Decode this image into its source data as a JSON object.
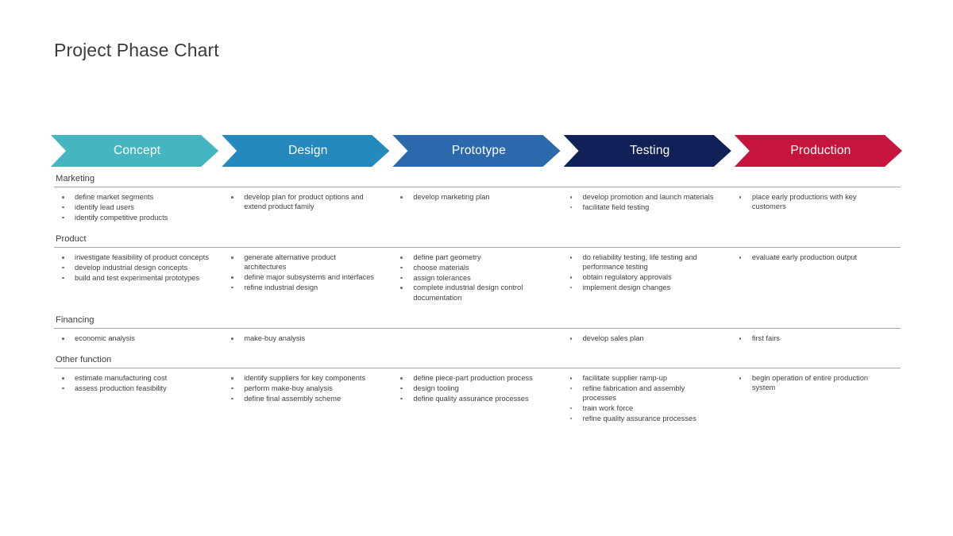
{
  "page": {
    "title": "Project Phase Chart"
  },
  "colors": {
    "concept": "#45b5c0",
    "design": "#2589be",
    "prototype": "#2b68ac",
    "testing": "#102157",
    "production": "#c5153c",
    "rule": "#a6a6a6",
    "text": "#3f3f3f",
    "bullet": "#6e6e6e"
  },
  "phases": [
    {
      "label": "Concept",
      "color": "#45b5c0"
    },
    {
      "label": "Design",
      "color": "#2589be"
    },
    {
      "label": "Prototype",
      "color": "#2b68ac"
    },
    {
      "label": "Testing",
      "color": "#102157"
    },
    {
      "label": "Production",
      "color": "#c5153c"
    }
  ],
  "sections": [
    {
      "title": "Marketing",
      "columns": [
        {
          "phase": "Concept",
          "items": [
            "define market segments",
            "identify lead users",
            "identify competitive products"
          ]
        },
        {
          "phase": "Design",
          "items": [
            "develop plan for product options and extend product family"
          ]
        },
        {
          "phase": "Prototype",
          "items": [
            "develop marketing plan"
          ]
        },
        {
          "phase": "Testing",
          "items": [
            "develop promotion and launch materials",
            "facilitate field testing"
          ]
        },
        {
          "phase": "Production",
          "items": [
            "place early productions with key customers"
          ]
        }
      ]
    },
    {
      "title": "Product",
      "columns": [
        {
          "phase": "Concept",
          "items": [
            "investigate feasibility of product concepts",
            "develop industrial design concepts",
            "build and test experimental prototypes"
          ]
        },
        {
          "phase": "Design",
          "items": [
            "generate alternative product architectures",
            "define major subsystems and interfaces",
            "refine industrial design"
          ]
        },
        {
          "phase": "Prototype",
          "items": [
            "define part geometry",
            "choose materials",
            "assign tolerances",
            "complete industrial design control documentation"
          ]
        },
        {
          "phase": "Testing",
          "items": [
            "do reliability testing, life testing and performance testing",
            "obtain regulatory approvals",
            "implement design changes"
          ]
        },
        {
          "phase": "Production",
          "items": [
            "evaluate early production output"
          ]
        }
      ]
    },
    {
      "title": "Financing",
      "columns": [
        {
          "phase": "Concept",
          "items": [
            "economic analysis"
          ]
        },
        {
          "phase": "Design",
          "items": [
            "make-buy analysis"
          ]
        },
        {
          "phase": "Prototype",
          "items": []
        },
        {
          "phase": "Testing",
          "items": [
            "develop sales plan"
          ]
        },
        {
          "phase": "Production",
          "items": [
            "first fairs"
          ]
        }
      ]
    },
    {
      "title": "Other function",
      "columns": [
        {
          "phase": "Concept",
          "items": [
            "estimate manufacturing cost",
            "assess production feasibility"
          ]
        },
        {
          "phase": "Design",
          "items": [
            "identify suppliers for key components",
            "perform make-buy analysis",
            "define final assembly scheme"
          ]
        },
        {
          "phase": "Prototype",
          "items": [
            "define piece-part production process",
            "design tooling",
            "define quality assurance processes"
          ]
        },
        {
          "phase": "Testing",
          "items": [
            "facilitate supplier ramp-up",
            "refine fabrication and assembly processes",
            "train work force",
            "refine quality assurance processes"
          ]
        },
        {
          "phase": "Production",
          "items": [
            "begin operation of entire production system"
          ]
        }
      ]
    }
  ]
}
